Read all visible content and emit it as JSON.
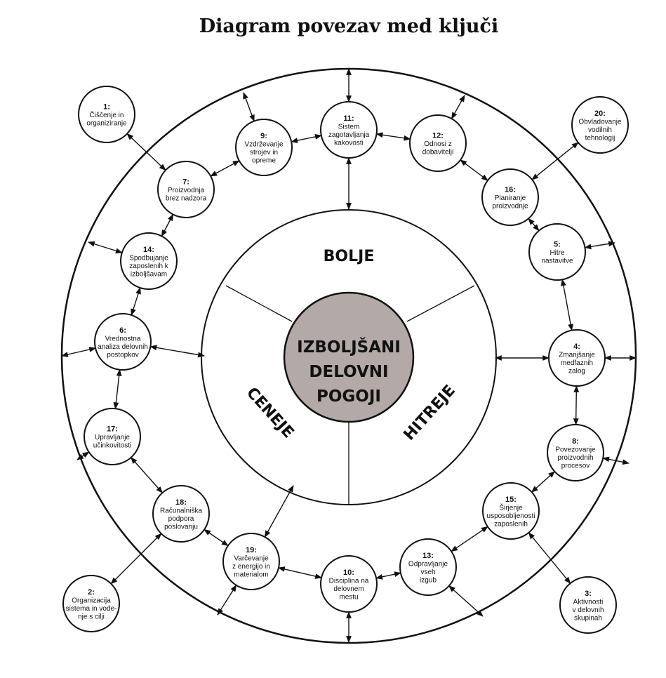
{
  "title": "Diagram povezav med ključi",
  "center": {
    "lines": [
      "IZBOLJŠANI",
      "DELOVNI",
      "POGOJI"
    ],
    "fill": "#b3a9a6"
  },
  "sectors": {
    "top": "BOLJE",
    "left": "CENEJE",
    "right": "HITREJE"
  },
  "nodes": [
    {
      "id": "1",
      "label": "1:",
      "lines": [
        "Čiščenje in",
        "organiziranje"
      ]
    },
    {
      "id": "2",
      "label": "2:",
      "lines": [
        "Organizacija",
        "sistema in vode-",
        "nje s cilji"
      ]
    },
    {
      "id": "3",
      "label": "3:",
      "lines": [
        "Aktivnosti",
        "v delovnih",
        "skupinah"
      ]
    },
    {
      "id": "4",
      "label": "4:",
      "lines": [
        "Zmanjšanje",
        "medfaznih",
        "zalog"
      ]
    },
    {
      "id": "5",
      "label": "5:",
      "lines": [
        "Hitre",
        "nastavitve"
      ]
    },
    {
      "id": "6",
      "label": "6:",
      "lines": [
        "Vrednostna",
        "analiza delovnih",
        "postopkov"
      ]
    },
    {
      "id": "7",
      "label": "7:",
      "lines": [
        "Proizvodnja",
        "brez nadzora"
      ]
    },
    {
      "id": "8",
      "label": "8:",
      "lines": [
        "Povezovanje",
        "proizvodnih",
        "procesov"
      ]
    },
    {
      "id": "9",
      "label": "9:",
      "lines": [
        "Vzdrževanje",
        "strojev in",
        "opreme"
      ]
    },
    {
      "id": "10",
      "label": "10:",
      "lines": [
        "Disciplina na",
        "delovnem",
        "mestu"
      ]
    },
    {
      "id": "11",
      "label": "11:",
      "lines": [
        "Sistem",
        "zagotavljanja",
        "kakovosti"
      ]
    },
    {
      "id": "12",
      "label": "12:",
      "lines": [
        "Odnosi z",
        "dobavitelji"
      ]
    },
    {
      "id": "13",
      "label": "13:",
      "lines": [
        "Odpravljanje",
        "vseh",
        "izgub"
      ]
    },
    {
      "id": "14",
      "label": "14:",
      "lines": [
        "Spodbujanje",
        "zaposlenih k",
        "izboljšavam"
      ]
    },
    {
      "id": "15",
      "label": "15:",
      "lines": [
        "Širjenje",
        "usposobljenosti",
        "zaposlenih"
      ]
    },
    {
      "id": "16",
      "label": "16:",
      "lines": [
        "Planiranje",
        "proizvodnje"
      ]
    },
    {
      "id": "17",
      "label": "17:",
      "lines": [
        "Upravljanje",
        "učinkovitosti"
      ]
    },
    {
      "id": "18",
      "label": "18:",
      "lines": [
        "Računalniška",
        "podpora",
        "poslovanju"
      ]
    },
    {
      "id": "19",
      "label": "19:",
      "lines": [
        "Varčevanje",
        "z energijo in",
        "materialom"
      ]
    },
    {
      "id": "20",
      "label": "20:",
      "lines": [
        "Obvladovanje",
        "vodilnih",
        "tehnologij"
      ]
    }
  ],
  "links": [
    [
      "1",
      "7"
    ],
    [
      "9",
      "7"
    ],
    [
      "9",
      "11"
    ],
    [
      "11",
      "12"
    ],
    [
      "12",
      "16"
    ],
    [
      "16",
      "20"
    ],
    [
      "16",
      "5"
    ],
    [
      "5",
      "4"
    ],
    [
      "4",
      "8"
    ],
    [
      "8",
      "15"
    ],
    [
      "15",
      "13"
    ],
    [
      "15",
      "3"
    ],
    [
      "13",
      "10"
    ],
    [
      "10",
      "19"
    ],
    [
      "19",
      "18"
    ],
    [
      "18",
      "17"
    ],
    [
      "18",
      "2"
    ],
    [
      "17",
      "6"
    ],
    [
      "6",
      "14"
    ],
    [
      "14",
      "7"
    ]
  ]
}
